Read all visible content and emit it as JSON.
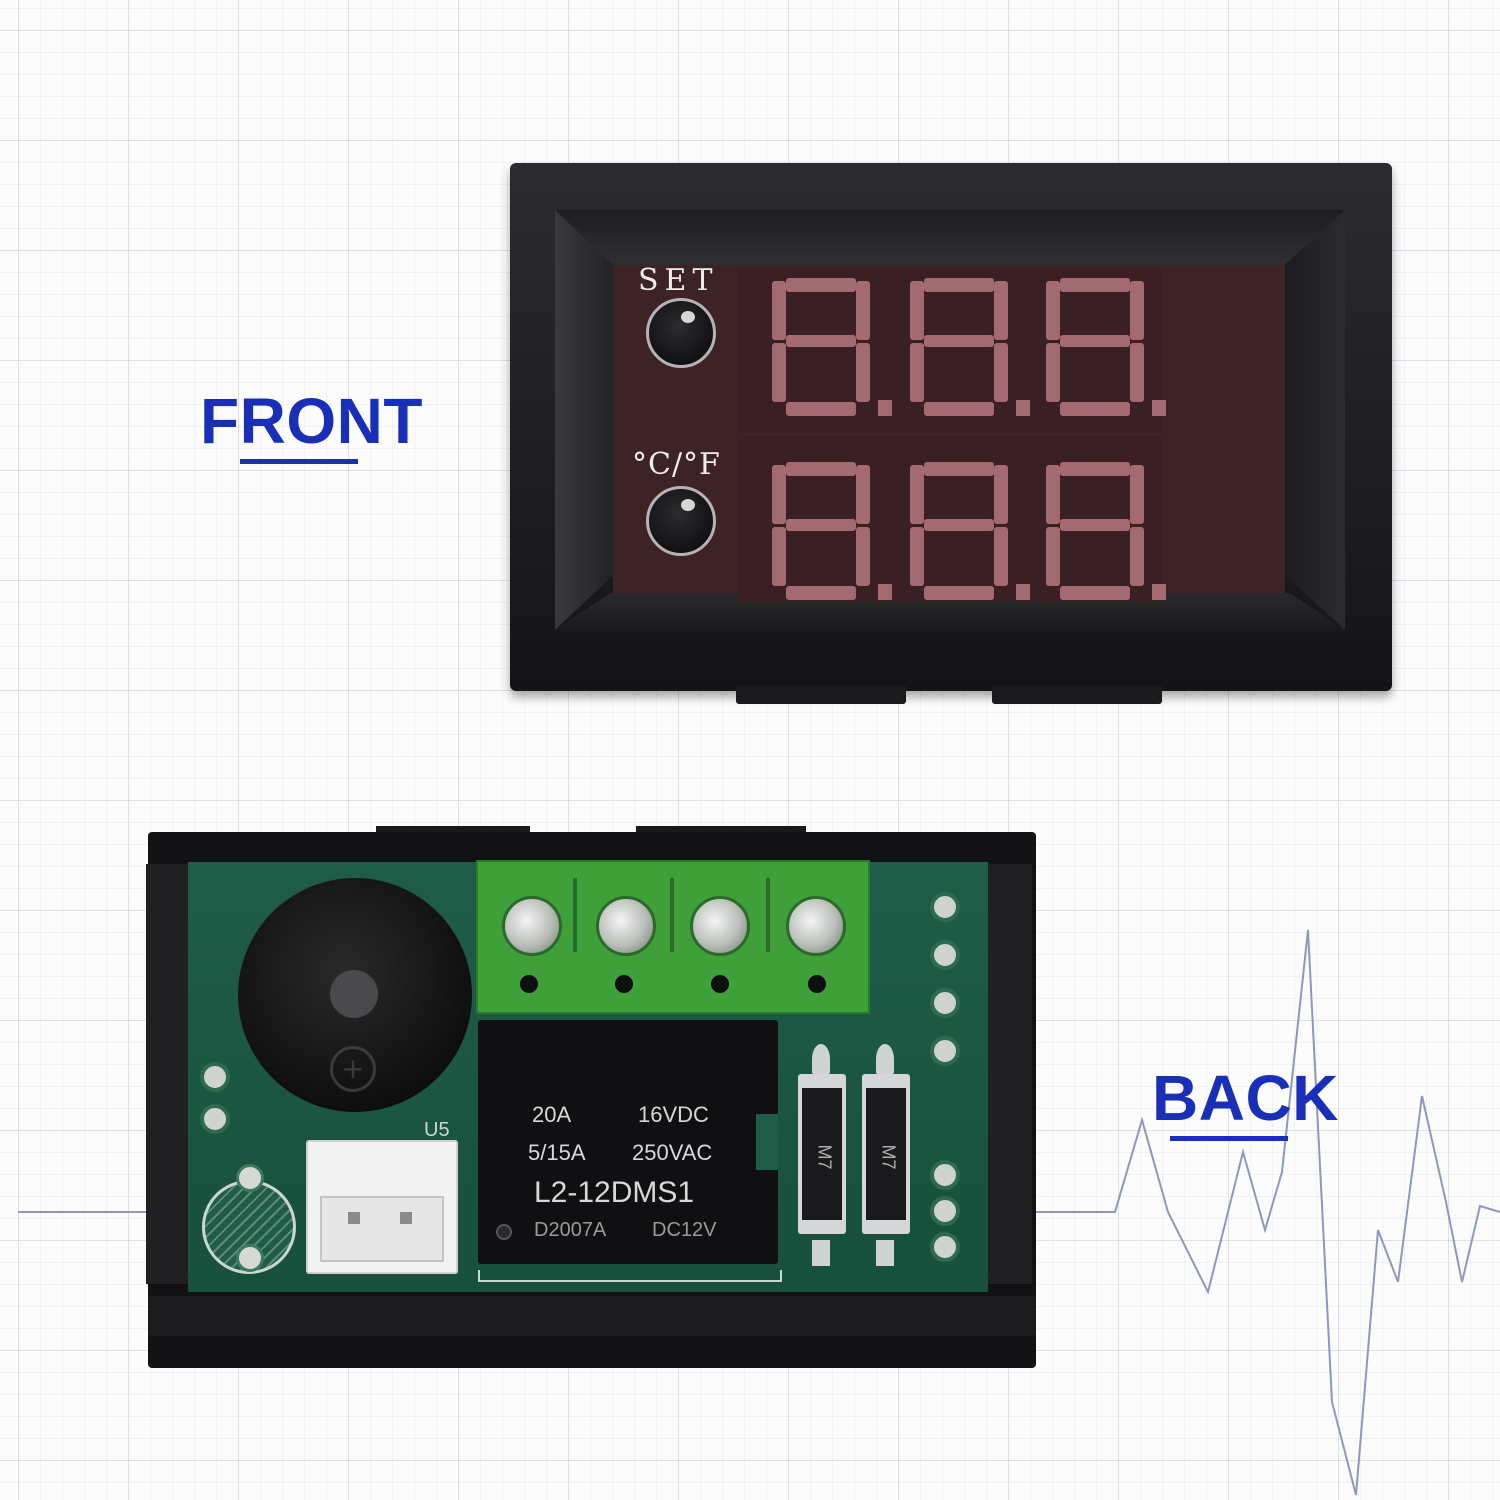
{
  "labels": {
    "front": "FRONT",
    "back": "BACK"
  },
  "front_panel": {
    "set_label": "SET",
    "unit_label": "°C/°F",
    "display_rows": [
      "8.8.8.",
      "8.8.8."
    ]
  },
  "back_panel": {
    "relay": {
      "line1_left": "20A",
      "line1_right": "16VDC",
      "line2_left": "5/15A",
      "line2_right": "250VAC",
      "model": "L2-12DMS1",
      "code_left": "D2007A",
      "code_right": "DC12V"
    },
    "buzzer_label": "U5",
    "diode_marking": "M7"
  },
  "colors": {
    "label_blue": "#1a2fb8",
    "segment_red": "#a46a71",
    "pcb_green": "#1f5d48",
    "terminal_green": "#3fa03a",
    "pulse_line": "#8e97bf"
  }
}
